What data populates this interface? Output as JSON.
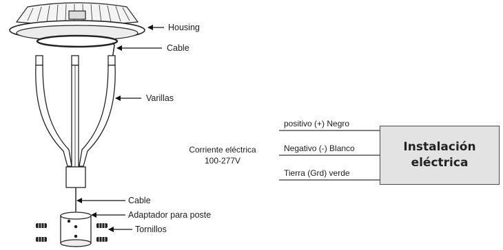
{
  "parts": {
    "housing": "Housing",
    "cable_top": "Cable",
    "rods": "Varillas",
    "cable_bottom": "Cable",
    "pole_adapter": "Adaptador para poste",
    "screws": "Tornillos"
  },
  "wiring": {
    "current_line1": "Corriente eléctrica",
    "current_line2": "100-277V",
    "positive": "positivo (+) Negro",
    "negative": "Negativo (-) Blanco",
    "ground": "Tierra (Grd) verde",
    "box_line1": "Instalación",
    "box_line2": "eléctrica"
  },
  "colors": {
    "line": "#333333",
    "box_fill": "#e3e3e3"
  }
}
